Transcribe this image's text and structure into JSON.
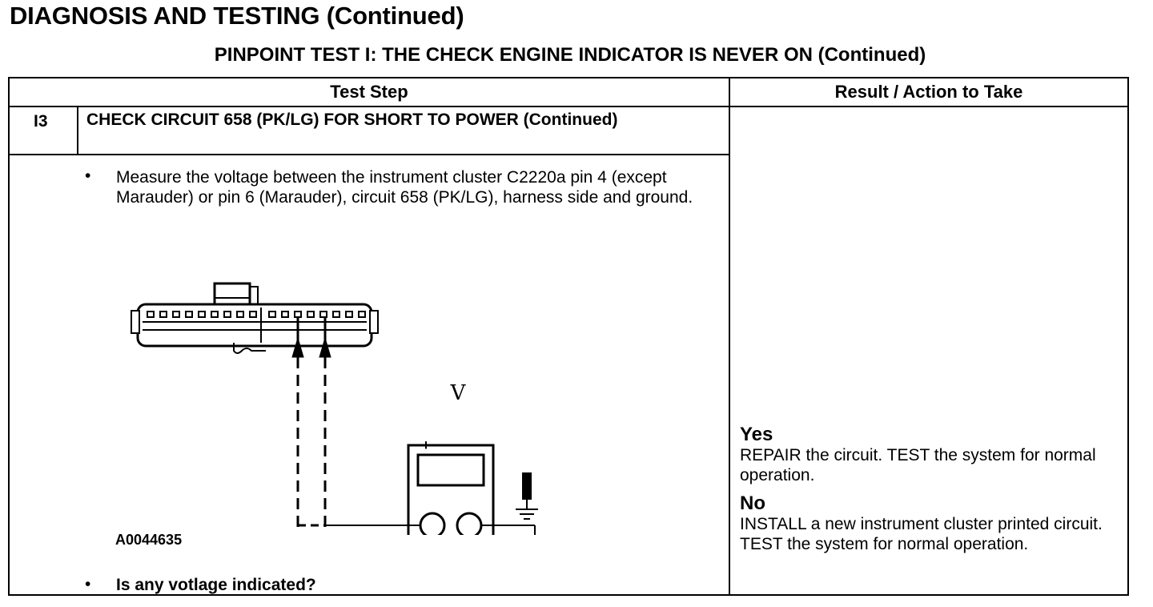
{
  "header": {
    "title": "DIAGNOSIS AND TESTING (Continued)",
    "subtitle": "PINPOINT TEST I: THE CHECK ENGINE INDICATOR IS NEVER ON (Continued)"
  },
  "table": {
    "col_test_step": "Test Step",
    "col_result": "Result / Action to Take",
    "step": {
      "id": "I3",
      "title": "CHECK CIRCUIT 658 (PK/LG) FOR SHORT TO POWER (Continued)",
      "bullet_symbol": "•",
      "instruction": "Measure the voltage between the instrument cluster C2220a pin 4 (except Marauder) or pin 6 (Marauder), circuit 658 (PK/LG), harness side and ground.",
      "figure": {
        "meter_label": "V",
        "plus_symbol": "+",
        "minus_symbol": "−",
        "figure_id": "A0044635"
      },
      "question": "Is any votlage indicated?"
    },
    "results": {
      "yes_label": "Yes",
      "yes_action": "REPAIR the circuit. TEST the system for normal operation.",
      "no_label": "No",
      "no_action": "INSTALL a new instrument cluster printed circuit. TEST the system for normal operation."
    }
  }
}
